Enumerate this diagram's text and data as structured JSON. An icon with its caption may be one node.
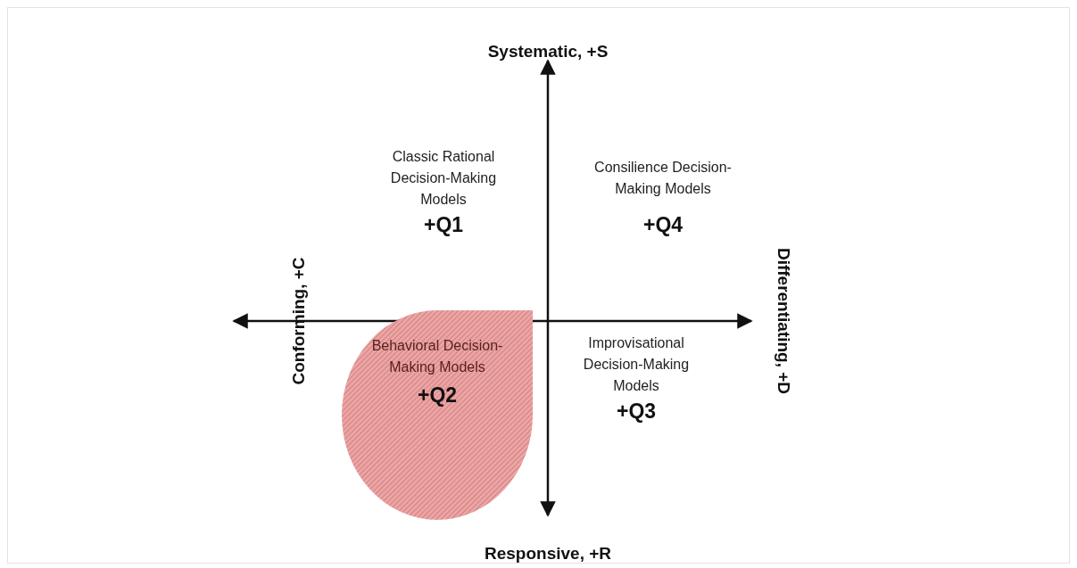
{
  "diagram": {
    "nodes": [
      {
        "text": [
          "Behavioral Decision-Making Models",
          "+**Q2**"
        ]
      }
    ],
    "labels": [
      "Systematic, +S",
      "Classic Rational Decision-Making Models",
      "+**Q1**",
      "Consilience Decision-Making Models",
      "+**Q4**",
      "Conforming, +C",
      "Differentiating, +D",
      "Improvisational Decision-Making Models",
      "+**Q3**",
      "Responsive, +R"
    ]
  }
}
